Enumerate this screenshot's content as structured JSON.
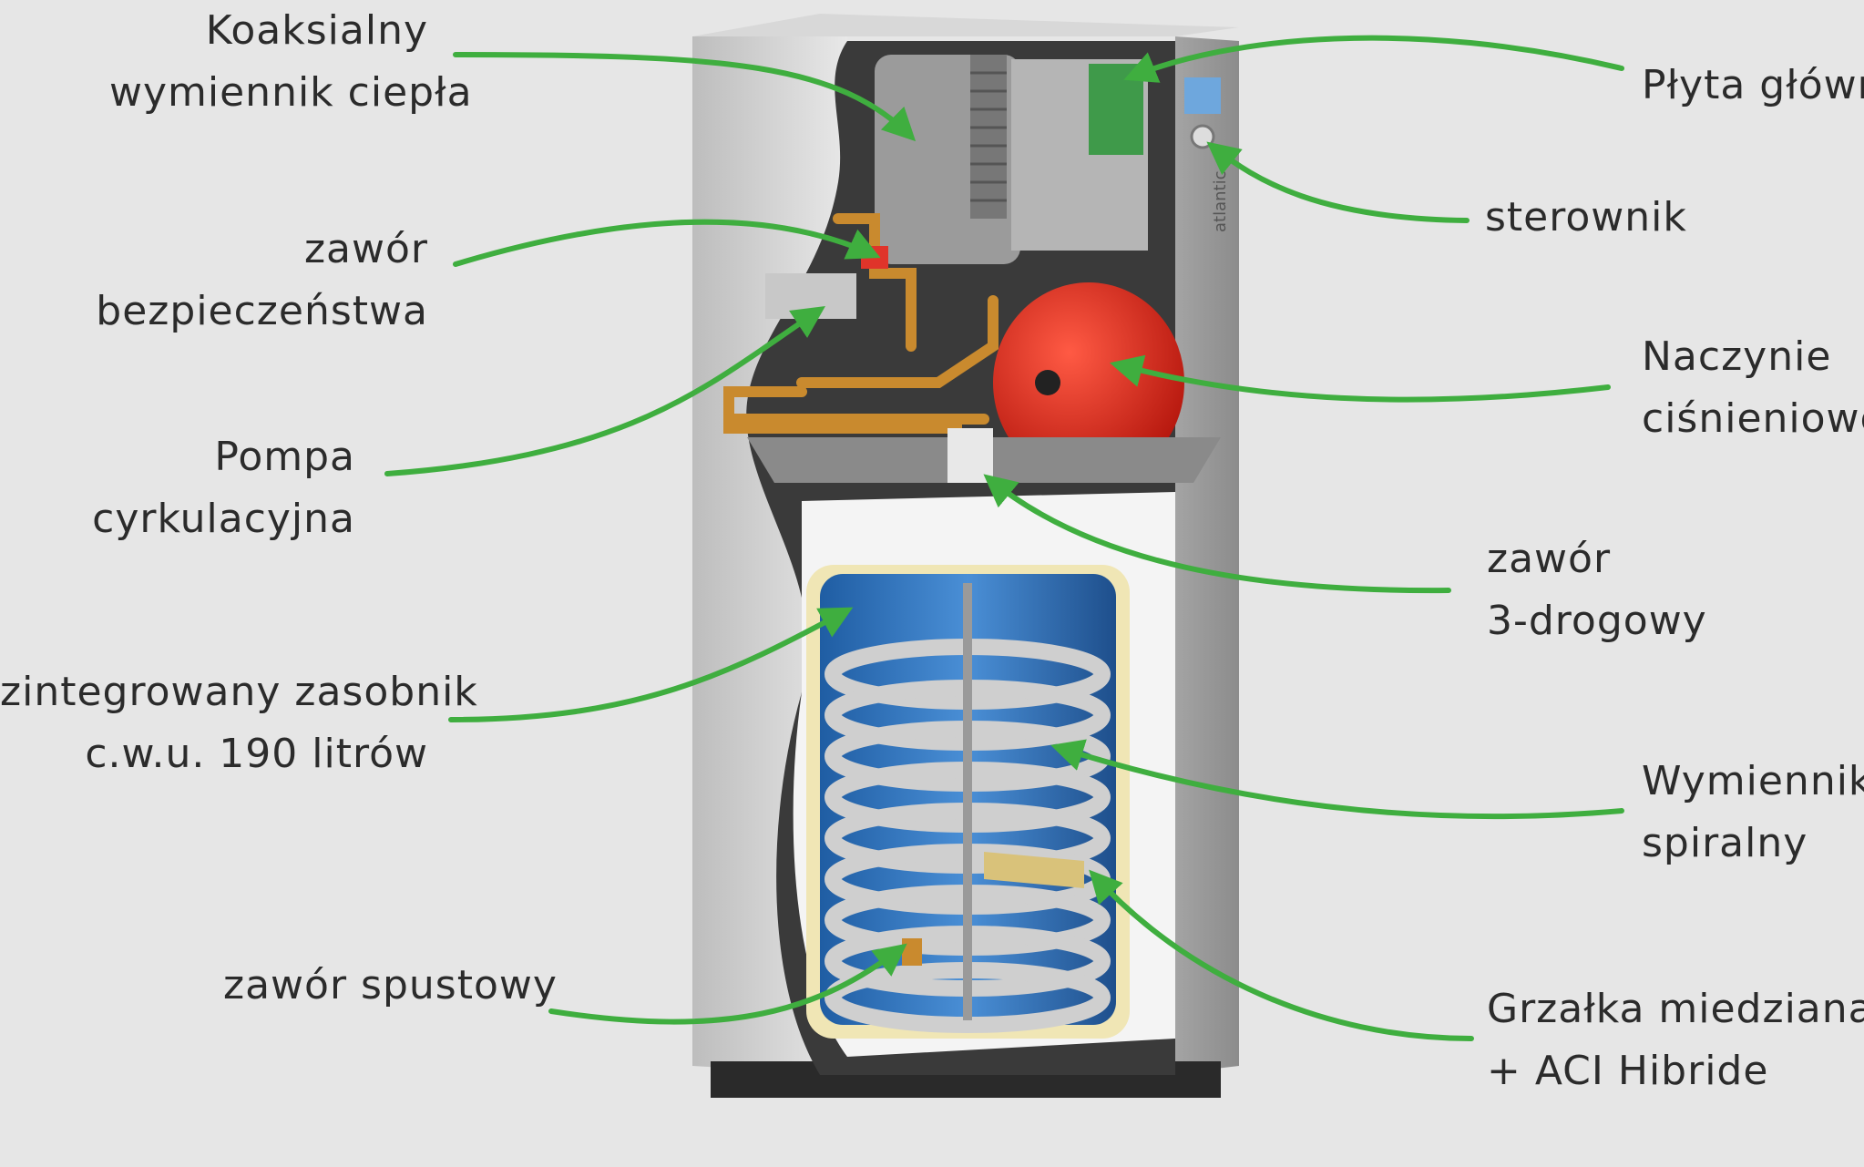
{
  "labels": {
    "coax_exchanger": [
      "Koaksialny",
      "wymiennik ciepła"
    ],
    "safety_valve": [
      "zawór",
      "bezpieczeństwa"
    ],
    "circulation_pump": [
      "Pompa",
      "cyrkulacyjna"
    ],
    "integrated_tank": [
      "zintegrowany zasobnik",
      "c.w.u. 190 litrów"
    ],
    "drain_valve": [
      "zawór spustowy"
    ],
    "main_board": [
      "Płyta główna"
    ],
    "controller": [
      "sterownik"
    ],
    "pressure_vessel": [
      "Naczynie",
      "ciśnieniowe"
    ],
    "three_way_valve": [
      "zawór",
      "3-drogowy"
    ],
    "spiral_exchanger": [
      "Wymiennik",
      "spiralny"
    ],
    "copper_heater": [
      "Grzałka miedziana",
      "+ ACI Hibride"
    ]
  },
  "brand_text": "atlantic",
  "colors": {
    "background": "#e6e6e6",
    "arrow": "#3fae3f",
    "tank_blue": "#2f6fb5",
    "vessel_red": "#d92a1c",
    "copper": "#c98a2e",
    "casing": "#cfcfcf"
  }
}
